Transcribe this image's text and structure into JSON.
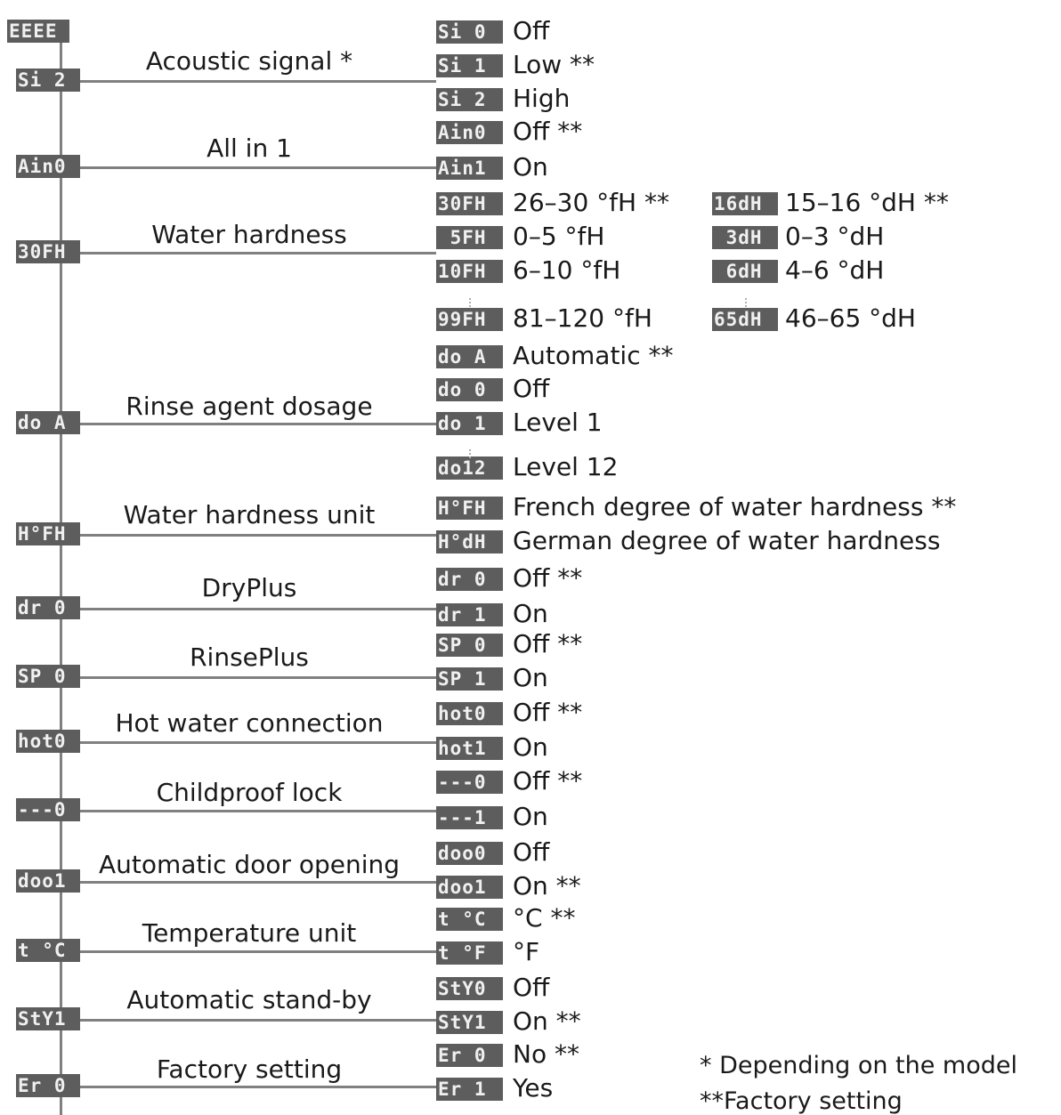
{
  "top_code": "EEEE",
  "settings": [
    {
      "label": "Acoustic signal *",
      "code": "Si 2",
      "options": [
        {
          "code": "Si 0",
          "text": "Off"
        },
        {
          "code": "Si 1",
          "text": "Low **"
        },
        {
          "code": "Si 2",
          "text": "High"
        }
      ]
    },
    {
      "label": "All in 1",
      "code": "Ain0",
      "options": [
        {
          "code": "Ain0",
          "text": "Off **"
        },
        {
          "code": "Ain1",
          "text": "On"
        }
      ]
    },
    {
      "label": "Water hardness",
      "code": "30FH",
      "options": [
        {
          "code": "30FH",
          "text": "26–30 °fH **"
        },
        {
          "code": " 5FH",
          "text": "0–5 °fH"
        },
        {
          "code": "10FH",
          "text": "6–10 °fH"
        },
        {
          "code": "99FH",
          "text": "81–120 °fH"
        }
      ],
      "options2": [
        {
          "code": "16dH",
          "text": "15–16 °dH **"
        },
        {
          "code": " 3dH",
          "text": "0–3 °dH"
        },
        {
          "code": " 6dH",
          "text": "4–6 °dH"
        },
        {
          "code": "65dH",
          "text": "46–65 °dH"
        }
      ]
    },
    {
      "label": "Rinse agent dosage",
      "code": "do A",
      "options": [
        {
          "code": "do A",
          "text": "Automatic **"
        },
        {
          "code": "do 0",
          "text": "Off"
        },
        {
          "code": "do 1",
          "text": "Level 1"
        },
        {
          "code": "do12",
          "text": "Level 12"
        }
      ]
    },
    {
      "label": "Water hardness unit",
      "code": "H°FH",
      "options": [
        {
          "code": "H°FH",
          "text": "French degree of water hardness **"
        },
        {
          "code": "H°dH",
          "text": "German degree of water hardness"
        }
      ]
    },
    {
      "label": "DryPlus",
      "code": "dr 0",
      "options": [
        {
          "code": "dr 0",
          "text": "Off **"
        },
        {
          "code": "dr 1",
          "text": "On"
        }
      ]
    },
    {
      "label": "RinsePlus",
      "code": "SP 0",
      "options": [
        {
          "code": "SP 0",
          "text": "Off **"
        },
        {
          "code": "SP 1",
          "text": "On"
        }
      ]
    },
    {
      "label": "Hot water connection",
      "code": "hot0",
      "options": [
        {
          "code": "hot0",
          "text": "Off **"
        },
        {
          "code": "hot1",
          "text": "On"
        }
      ]
    },
    {
      "label": "Childproof lock",
      "code": "---0",
      "options": [
        {
          "code": "---0",
          "text": "Off **"
        },
        {
          "code": "---1",
          "text": "On"
        }
      ]
    },
    {
      "label": "Automatic door opening",
      "code": "doo1",
      "options": [
        {
          "code": "doo0",
          "text": "Off"
        },
        {
          "code": "doo1",
          "text": "On **"
        }
      ]
    },
    {
      "label": "Temperature unit",
      "code": "t °C",
      "options": [
        {
          "code": "t °C",
          "text": "°C **"
        },
        {
          "code": "t °F",
          "text": "°F"
        }
      ]
    },
    {
      "label": "Automatic stand-by",
      "code": "StY1",
      "options": [
        {
          "code": "StY0",
          "text": "Off"
        },
        {
          "code": "StY1",
          "text": "On **"
        }
      ]
    },
    {
      "label": "Factory setting",
      "code": "Er 0",
      "options": [
        {
          "code": "Er 0",
          "text": "No **"
        },
        {
          "code": "Er 1",
          "text": "Yes"
        }
      ]
    }
  ],
  "notes": [
    "* Depending on the model",
    "**Factory setting"
  ]
}
